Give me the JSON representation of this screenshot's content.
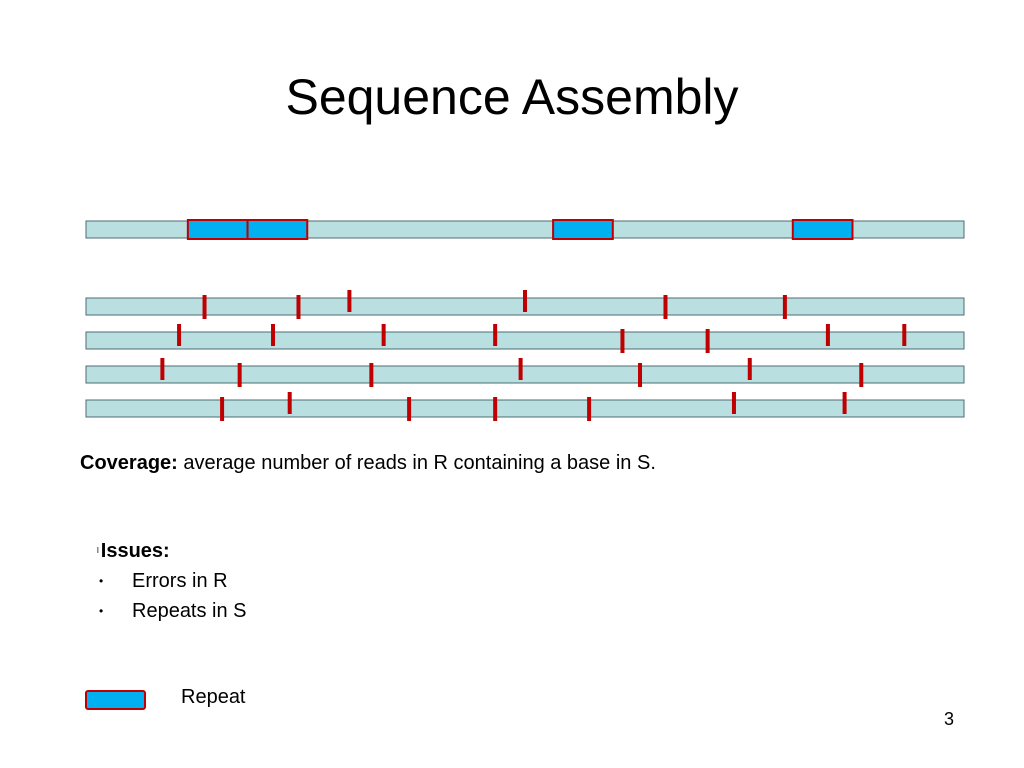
{
  "slide": {
    "title": "Sequence Assembly",
    "page_number": "3"
  },
  "coverage": {
    "term": "Coverage:",
    "definition": " average number of reads in R containing a base in S."
  },
  "issues": {
    "marker": "l",
    "heading": "Issues:",
    "items": [
      {
        "label": "Errors in R"
      },
      {
        "label": "Repeats in S"
      }
    ]
  },
  "legend": {
    "label": "Repeat"
  },
  "colors": {
    "strand_fill": "#b9dfe1",
    "strand_border": "#4f6b72",
    "repeat_fill": "#00b0f0",
    "repeat_border": "#c00000",
    "error_mark": "#c00000"
  },
  "diagram": {
    "genome_repeats": [
      {
        "start": 0.116,
        "end": 0.184
      },
      {
        "start": 0.184,
        "end": 0.252
      },
      {
        "start": 0.532,
        "end": 0.6
      },
      {
        "start": 0.805,
        "end": 0.873
      }
    ],
    "reads": [
      {
        "errors": [
          {
            "pos": 0.135,
            "offset": "down"
          },
          {
            "pos": 0.242,
            "offset": "down"
          },
          {
            "pos": 0.3,
            "offset": "up"
          },
          {
            "pos": 0.5,
            "offset": "up"
          },
          {
            "pos": 0.66,
            "offset": "down"
          },
          {
            "pos": 0.796,
            "offset": "down"
          }
        ]
      },
      {
        "errors": [
          {
            "pos": 0.106,
            "offset": "up"
          },
          {
            "pos": 0.213,
            "offset": "up"
          },
          {
            "pos": 0.339,
            "offset": "up"
          },
          {
            "pos": 0.466,
            "offset": "up"
          },
          {
            "pos": 0.611,
            "offset": "down"
          },
          {
            "pos": 0.708,
            "offset": "down"
          },
          {
            "pos": 0.845,
            "offset": "up"
          },
          {
            "pos": 0.932,
            "offset": "up"
          }
        ]
      },
      {
        "errors": [
          {
            "pos": 0.087,
            "offset": "up"
          },
          {
            "pos": 0.175,
            "offset": "down"
          },
          {
            "pos": 0.325,
            "offset": "down"
          },
          {
            "pos": 0.495,
            "offset": "up"
          },
          {
            "pos": 0.631,
            "offset": "down"
          },
          {
            "pos": 0.756,
            "offset": "up"
          },
          {
            "pos": 0.883,
            "offset": "down"
          }
        ]
      },
      {
        "errors": [
          {
            "pos": 0.155,
            "offset": "down"
          },
          {
            "pos": 0.232,
            "offset": "up"
          },
          {
            "pos": 0.368,
            "offset": "down"
          },
          {
            "pos": 0.466,
            "offset": "down"
          },
          {
            "pos": 0.573,
            "offset": "down"
          },
          {
            "pos": 0.738,
            "offset": "up"
          },
          {
            "pos": 0.864,
            "offset": "up"
          }
        ]
      }
    ]
  }
}
